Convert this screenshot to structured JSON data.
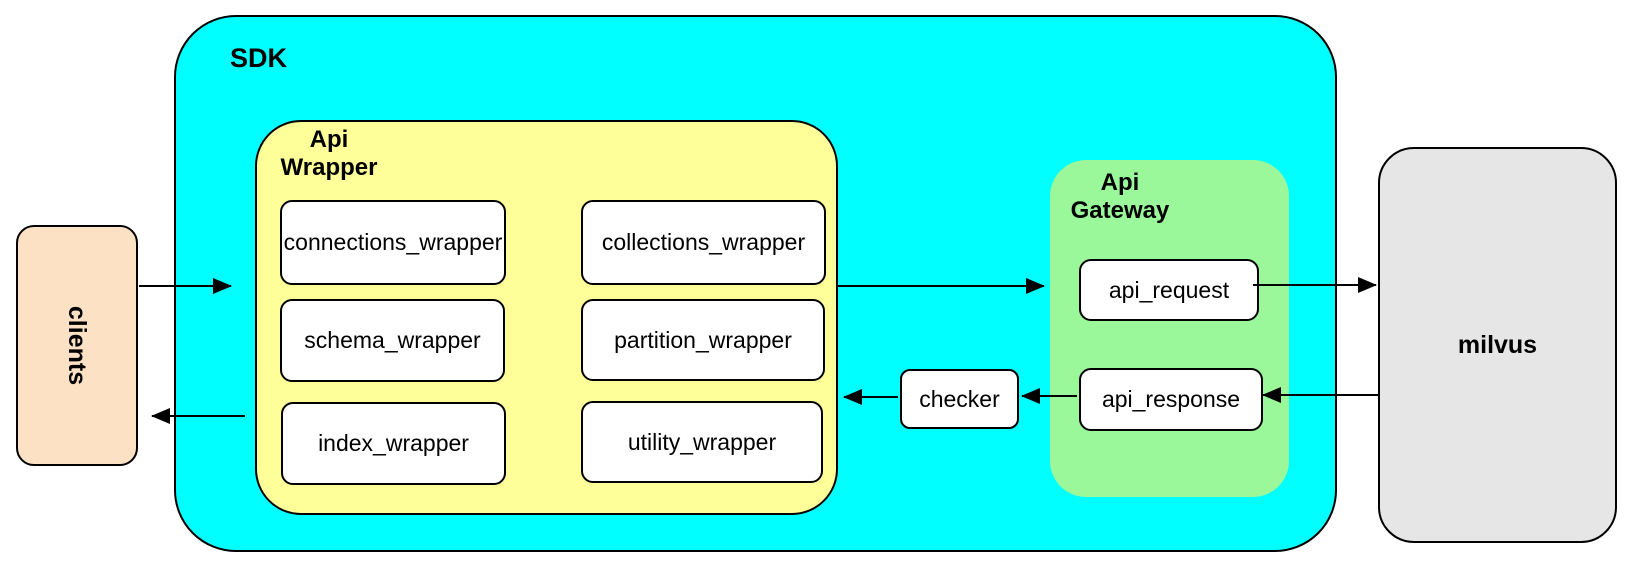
{
  "nodes": {
    "clients": {
      "label": "clients",
      "fill": "#FCE1C5"
    },
    "sdk": {
      "label": "SDK",
      "fill": "#00FFFF"
    },
    "api_wrapper": {
      "label": "Api\nWrapper",
      "fill": "#FFFF99",
      "boxes": [
        {
          "label": "connections_wrapper"
        },
        {
          "label": "collections_wrapper"
        },
        {
          "label": "schema_wrapper"
        },
        {
          "label": "partition_wrapper"
        },
        {
          "label": "index_wrapper"
        },
        {
          "label": "utility_wrapper"
        }
      ]
    },
    "checker": {
      "label": "checker",
      "fill": "#FFFFFF"
    },
    "api_gateway": {
      "label": "Api\nGateway",
      "fill": "#9AF79A",
      "boxes": [
        {
          "label": "api_request"
        },
        {
          "label": "api_response"
        }
      ]
    },
    "milvus": {
      "label": "milvus",
      "fill": "#E6E6E6"
    }
  },
  "edges": [
    {
      "from": "clients",
      "to": "SDK"
    },
    {
      "from": "SDK",
      "to": "clients"
    },
    {
      "from": "Api Wrapper",
      "to": "Api Gateway"
    },
    {
      "from": "api_request",
      "to": "milvus"
    },
    {
      "from": "milvus",
      "to": "api_response"
    },
    {
      "from": "api_response",
      "to": "checker"
    },
    {
      "from": "checker",
      "to": "Api Wrapper"
    }
  ],
  "colors": {
    "border": "#000000",
    "arrow": "#000000",
    "background": "#FFFFFF"
  }
}
